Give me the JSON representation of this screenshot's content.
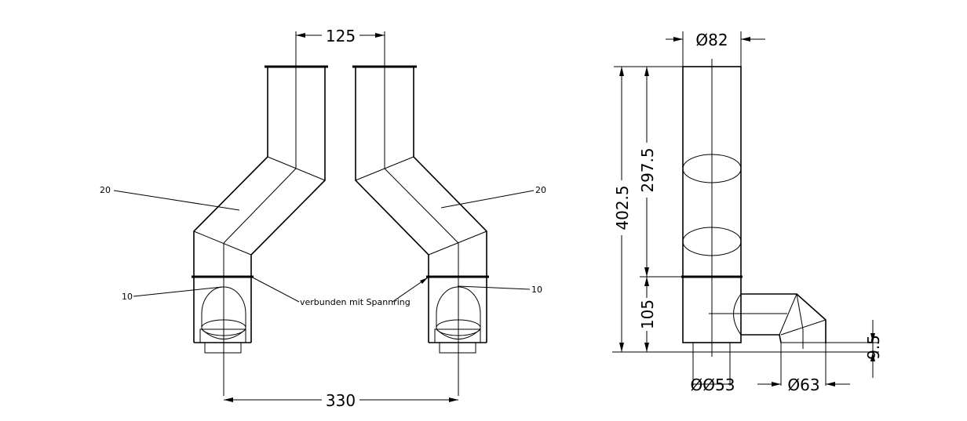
{
  "dimensions": {
    "top_spacing": "125",
    "bottom_spacing": "330",
    "diameter_top": "Ø82",
    "height_total": "402.5",
    "height_upper": "297.5",
    "height_lower": "105",
    "diameter_outlet": "ØØ53",
    "diameter_elbow": "Ø63",
    "offset": "9.5"
  },
  "labels": {
    "angle_left": "20",
    "angle_right": "20",
    "part_left": "10",
    "part_right": "10",
    "connection_note": "verbunden mit Spannring"
  }
}
